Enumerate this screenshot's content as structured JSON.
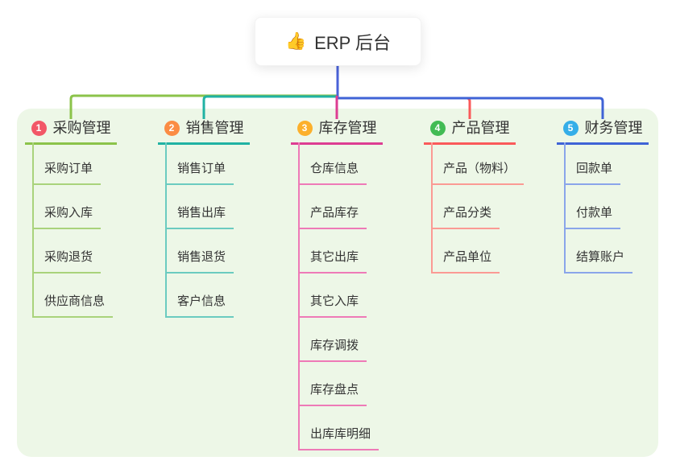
{
  "root": {
    "emoji": "👍",
    "label": "ERP 后台"
  },
  "colors": {
    "page_bg": "#ffffff",
    "panel_bg": "#edf7e7",
    "text": "#333333",
    "root_link": "#4a62d8"
  },
  "branches": [
    {
      "index": "1",
      "label": "采购管理",
      "badge_color": "#f25767",
      "line_color": "#8bc34a",
      "light_line_color": "#a9d37b",
      "children": [
        "采购订单",
        "采购入库",
        "采购退货",
        "供应商信息"
      ]
    },
    {
      "index": "2",
      "label": "销售管理",
      "badge_color": "#fb8c44",
      "line_color": "#20b2a3",
      "light_line_color": "#6bcbc0",
      "children": [
        "销售订单",
        "销售出库",
        "销售退货",
        "客户信息"
      ]
    },
    {
      "index": "3",
      "label": "库存管理",
      "badge_color": "#fcb02c",
      "line_color": "#dd3d92",
      "light_line_color": "#ee7ab7",
      "children": [
        "仓库信息",
        "产品库存",
        "其它出库",
        "其它入库",
        "库存调拨",
        "库存盘点",
        "出库库明细"
      ]
    },
    {
      "index": "4",
      "label": "产品管理",
      "badge_color": "#42bb54",
      "line_color": "#fa5a5a",
      "light_line_color": "#fb9a94",
      "children": [
        "产品（物料）",
        "产品分类",
        "产品单位"
      ]
    },
    {
      "index": "5",
      "label": "财务管理",
      "badge_color": "#35aee8",
      "line_color": "#3f63d6",
      "light_line_color": "#8aa5ea",
      "children": [
        "回款单",
        "付款单",
        "结算账户"
      ]
    }
  ]
}
